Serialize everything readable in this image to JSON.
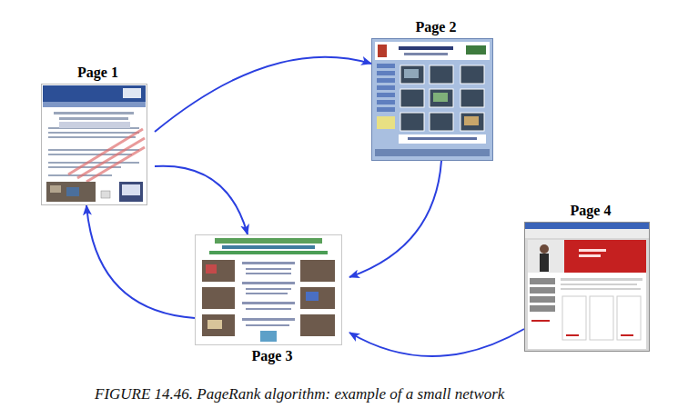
{
  "diagram": {
    "caption": "FIGURE 14.46. PageRank algorithm: example of a small network",
    "nodes": [
      {
        "text": [
          "Page 1"
        ]
      },
      {
        "text": [
          "Page 2"
        ]
      },
      {
        "text": [
          "Page 3"
        ]
      },
      {
        "text": [
          "Page 4"
        ]
      }
    ],
    "edges": [
      {
        "from": 0,
        "to": 1,
        "arrow": "to"
      },
      {
        "from": 0,
        "to": 2,
        "arrow": "to"
      },
      {
        "from": 1,
        "to": 2,
        "arrow": "to"
      },
      {
        "from": 2,
        "to": 0,
        "arrow": "to"
      },
      {
        "from": 3,
        "to": 2,
        "arrow": "to"
      }
    ]
  }
}
